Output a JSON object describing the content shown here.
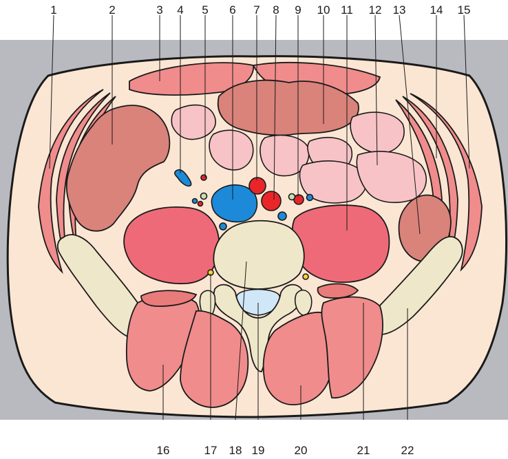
{
  "colors": {
    "background_panel": "#b9bac0",
    "body_fill": "#fbe6d3",
    "muscle": "#f08c8c",
    "muscle_dark": "#e97b7b",
    "psoas": "#ee6a78",
    "bowel": "#f7c3c6",
    "colon": "#d9837b",
    "bone": "#efe7c9",
    "artery": "#e8262a",
    "vein": "#1c8ad8",
    "disc": "#cfe7f7",
    "nerve": "#f5d531",
    "outline": "#1a1a1a"
  },
  "labels": {
    "top": [
      "1",
      "2",
      "3",
      "4",
      "5",
      "6",
      "7",
      "8",
      "9",
      "10",
      "11",
      "12",
      "13",
      "14",
      "15"
    ],
    "bottom": [
      "16",
      "17",
      "18",
      "19",
      "20",
      "21",
      "22"
    ]
  }
}
